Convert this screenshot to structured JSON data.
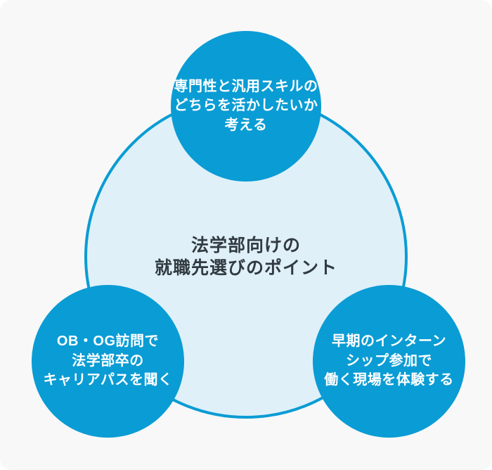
{
  "diagram": {
    "center": {
      "title_lines": [
        "法学部向けの",
        "就職先選びのポイント"
      ]
    },
    "nodes": [
      {
        "id": "top",
        "lines": [
          "専門性と汎用スキルの",
          "どちらを活かしたいか",
          "考える"
        ]
      },
      {
        "id": "bottom-left",
        "lines": [
          "OB・OG訪問で",
          "法学部卒の",
          "キャリアパスを聞く"
        ]
      },
      {
        "id": "bottom-right",
        "lines": [
          "早期のインターン",
          "シップ参加で",
          "働く現場を体験する"
        ]
      }
    ],
    "colors": {
      "node_fill": "#0a9cd4",
      "center_fill": "#dff0f8",
      "center_border": "#0a9cd4",
      "card_background": "#f8f8f8",
      "title_text": "#323a41",
      "node_text": "#ffffff"
    }
  }
}
